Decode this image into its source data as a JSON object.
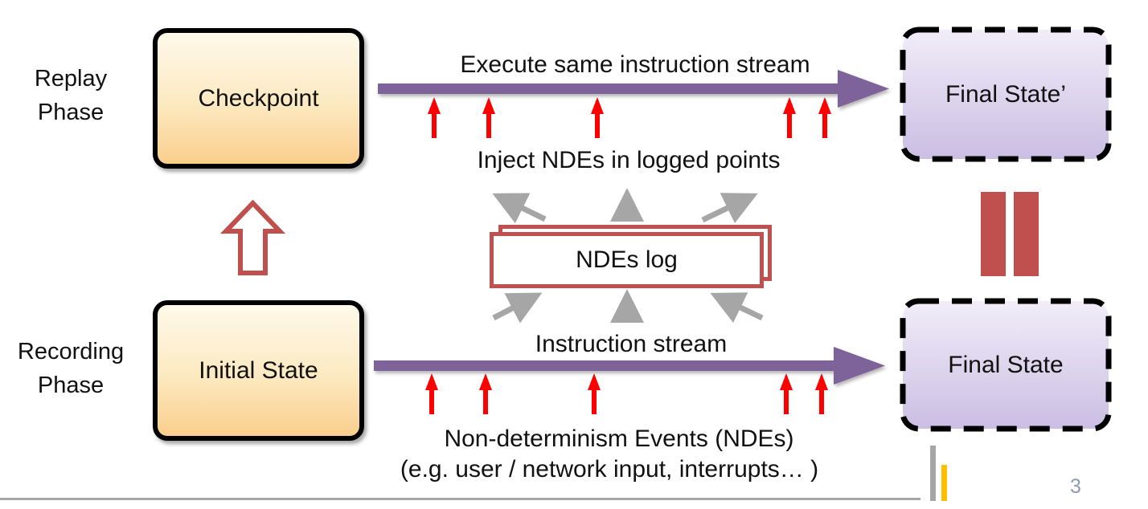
{
  "slide": {
    "phase_labels": {
      "replay": "Replay Phase",
      "recording": "Recording Phase"
    },
    "nodes": {
      "checkpoint": "Checkpoint",
      "initial_state": "Initial State",
      "final_state_replay": "Final State’",
      "final_state_recording": "Final State",
      "ndes_log": "NDEs log"
    },
    "captions": {
      "replay_arrow": "Execute same instruction stream",
      "inject": "Inject NDEs in logged points",
      "recording_arrow": "Instruction stream",
      "nde_title": "Non-determinism Events (NDEs)",
      "nde_examples": "(e.g. user / network input, interrupts… )"
    },
    "page_number": "3",
    "nde_marker_count_replay": 5,
    "nde_marker_count_recording": 5,
    "colors": {
      "gold_box_top": "#FEF9EA",
      "gold_box_bottom": "#FACE8D",
      "purple_box_top": "#F1EDF8",
      "purple_box_bottom": "#CBBEE3",
      "purple_arrow": "#7D6399",
      "red_marker": "#FF0000",
      "dark_red_accent": "#C0504D",
      "gray_arrow": "#A6A6A6",
      "yellow_tick": "#FFC000",
      "page_number_gray": "#8C9DB0"
    }
  }
}
